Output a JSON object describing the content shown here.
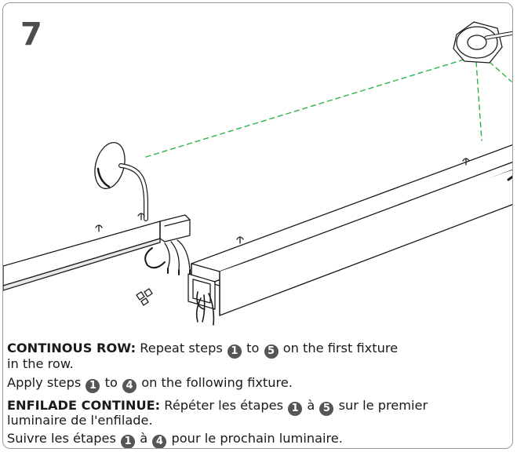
{
  "step_number": "7",
  "instructions": {
    "en_heading": "CONTINOUS ROW:",
    "en_line1_a": "Repeat steps",
    "en_line1_n1": "1",
    "en_line1_b": "to",
    "en_line1_n2": "5",
    "en_line1_c": "on the first fixture",
    "en_line2": "in the row.",
    "en_line3_a": "Apply steps",
    "en_line3_n1": "1",
    "en_line3_b": "to",
    "en_line3_n2": "4",
    "en_line3_c": "on the following fixture.",
    "fr_heading": "ENFILADE CONTINUE:",
    "fr_line1_a": "Répéter les étapes",
    "fr_line1_n1": "1",
    "fr_line1_b": "à",
    "fr_line1_n2": "5",
    "fr_line1_c": "sur le premier",
    "fr_line2": "luminaire de l'enfilade.",
    "fr_line3_a": "Suivre les étapes",
    "fr_line3_n1": "1",
    "fr_line3_b": "à",
    "fr_line3_n2": "4",
    "fr_line3_c": "pour le prochain luminaire."
  },
  "colors": {
    "frame": "#9a9a9a",
    "step_number": "#4d4d4d",
    "step_badge": "#555555",
    "dashed_line": "#2eb34a",
    "outline": "#1a1a1a"
  }
}
